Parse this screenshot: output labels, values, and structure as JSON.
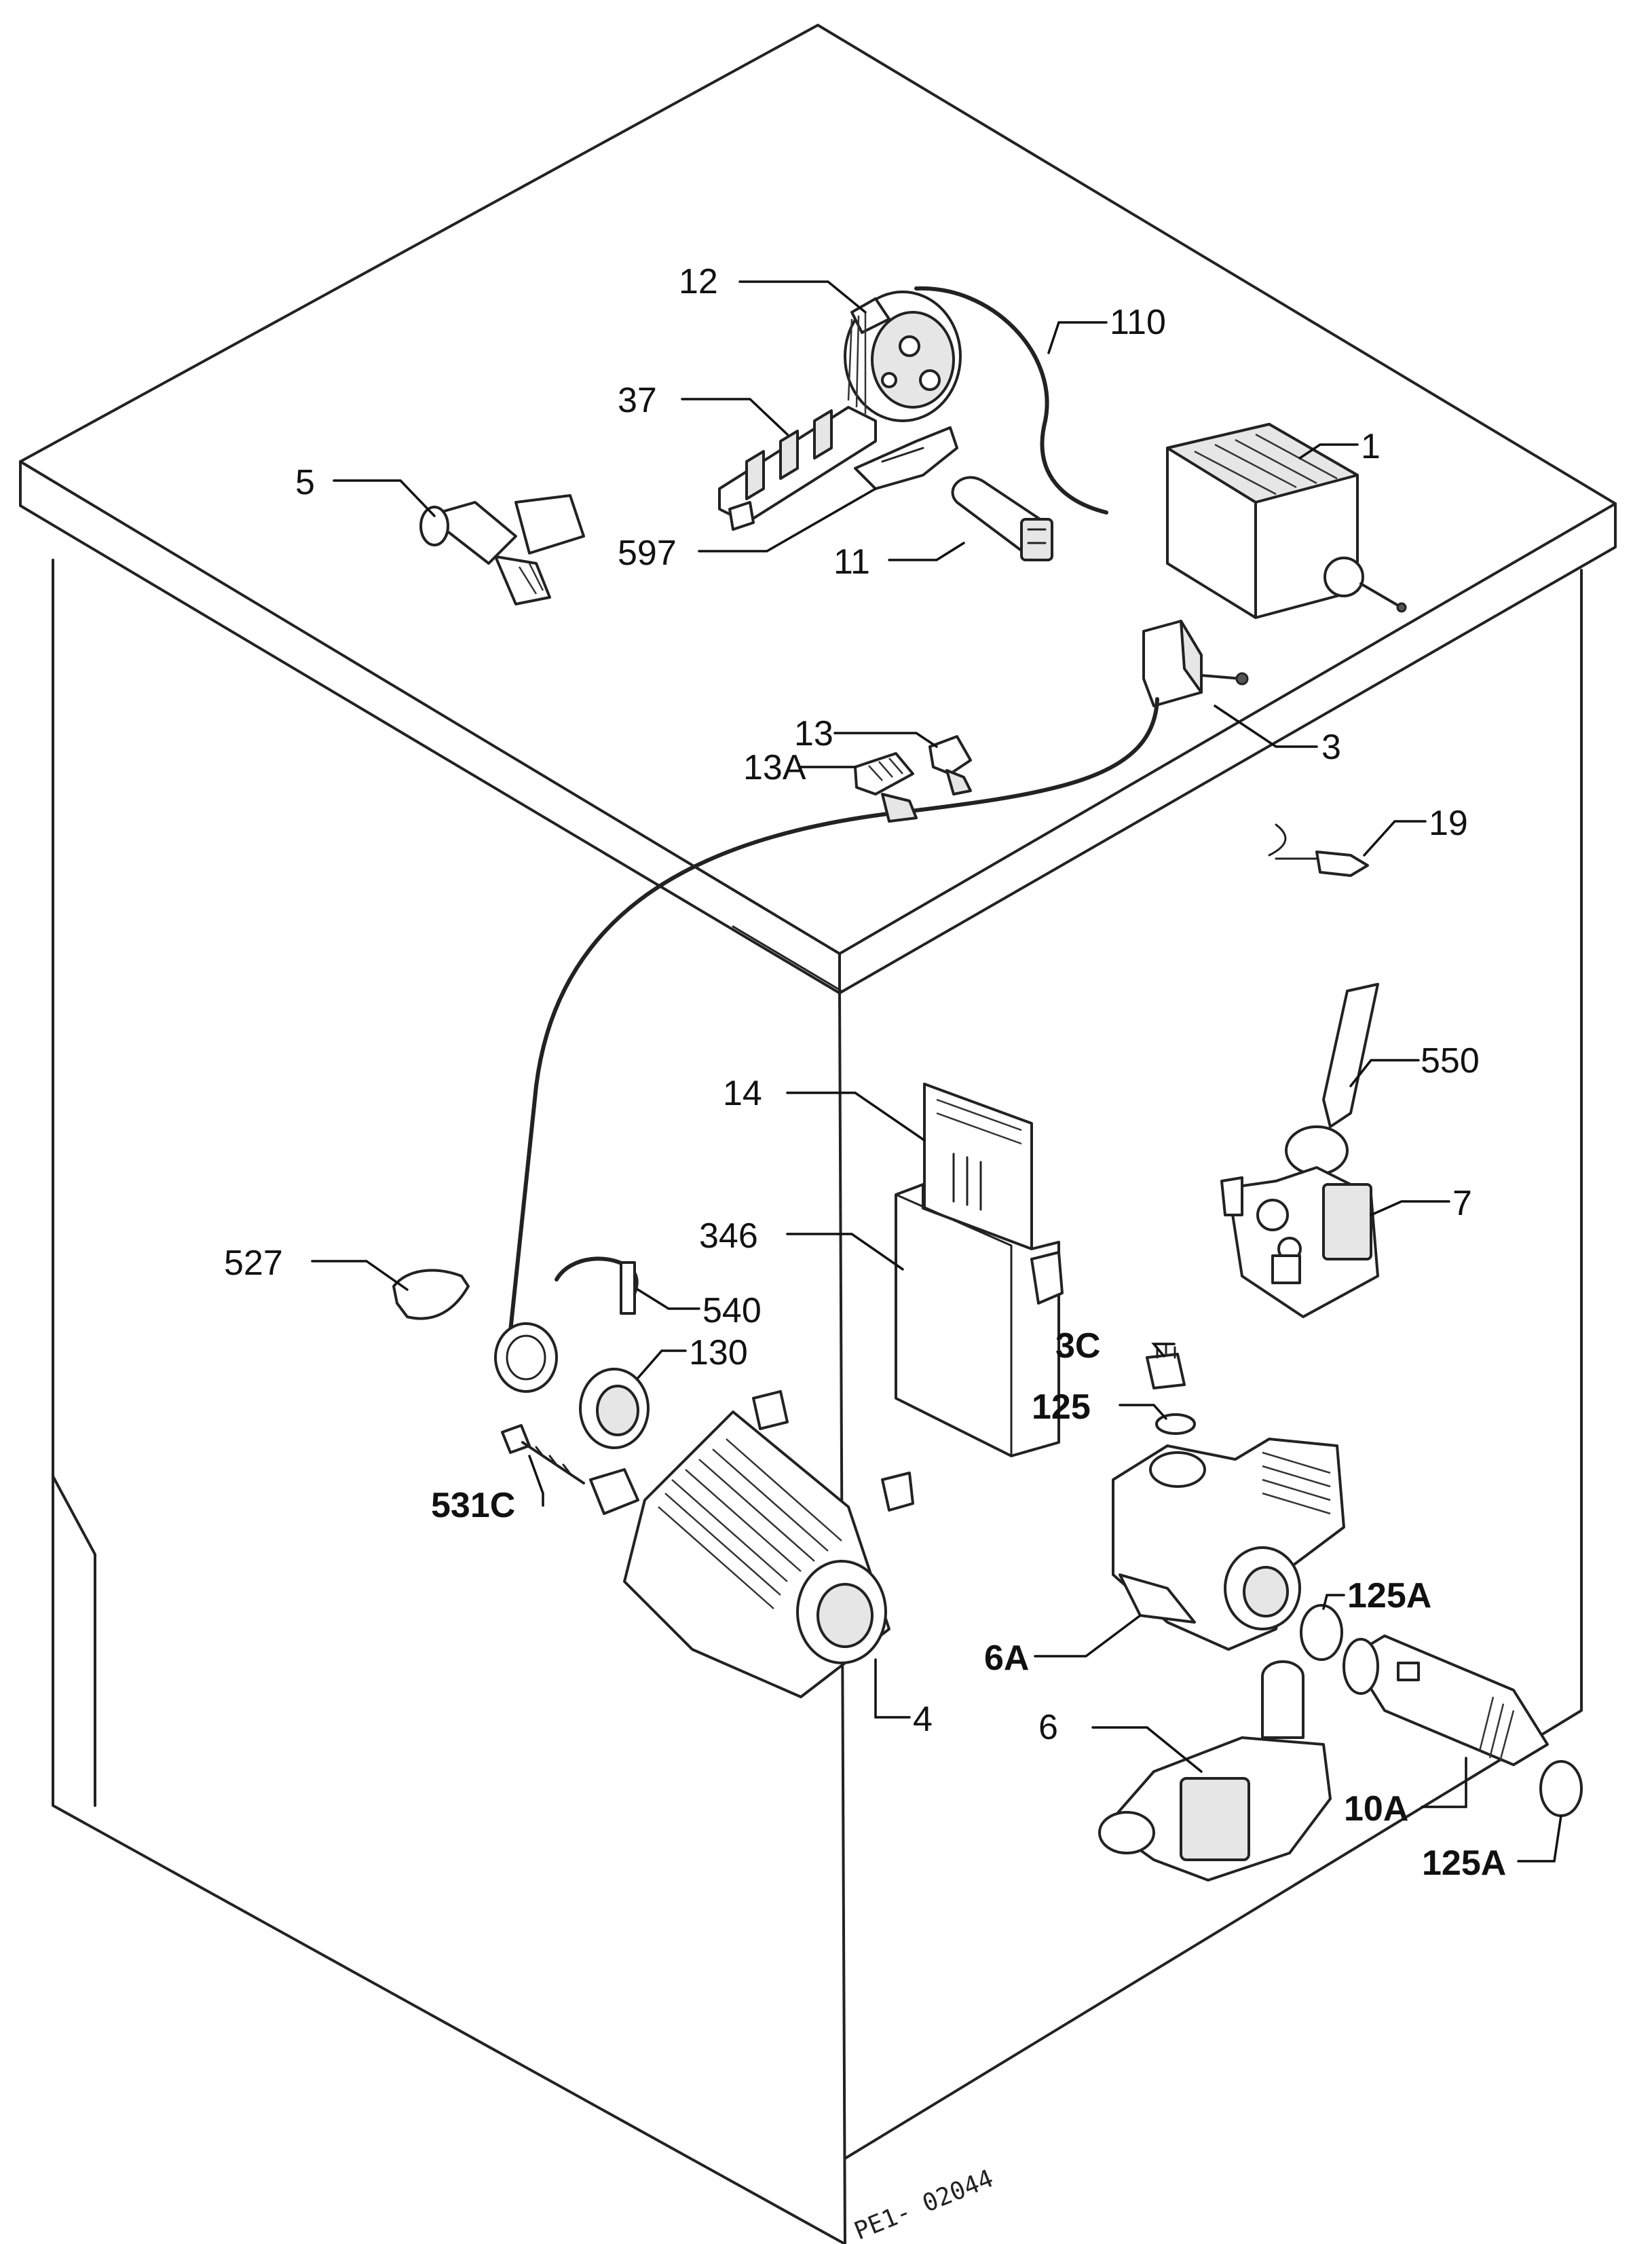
{
  "diagram": {
    "part_labels": [
      {
        "id": "12",
        "text": "12"
      },
      {
        "id": "110",
        "text": "110"
      },
      {
        "id": "37",
        "text": "37"
      },
      {
        "id": "1",
        "text": "1"
      },
      {
        "id": "5",
        "text": "5"
      },
      {
        "id": "597",
        "text": "597"
      },
      {
        "id": "11",
        "text": "11"
      },
      {
        "id": "13",
        "text": "13"
      },
      {
        "id": "13A",
        "text": "13A"
      },
      {
        "id": "3",
        "text": "3"
      },
      {
        "id": "19",
        "text": "19"
      },
      {
        "id": "550",
        "text": "550"
      },
      {
        "id": "14",
        "text": "14"
      },
      {
        "id": "7",
        "text": "7"
      },
      {
        "id": "346",
        "text": "346"
      },
      {
        "id": "527",
        "text": "527"
      },
      {
        "id": "540",
        "text": "540"
      },
      {
        "id": "130",
        "text": "130"
      },
      {
        "id": "3C",
        "text": "3C"
      },
      {
        "id": "125",
        "text": "125"
      },
      {
        "id": "531C",
        "text": "531C"
      },
      {
        "id": "125A-1",
        "text": "125A"
      },
      {
        "id": "6A",
        "text": "6A"
      },
      {
        "id": "4",
        "text": "4"
      },
      {
        "id": "6",
        "text": "6"
      },
      {
        "id": "10A",
        "text": "10A"
      },
      {
        "id": "125A-2",
        "text": "125A"
      }
    ],
    "drawing_code": "PE1- 02044"
  }
}
